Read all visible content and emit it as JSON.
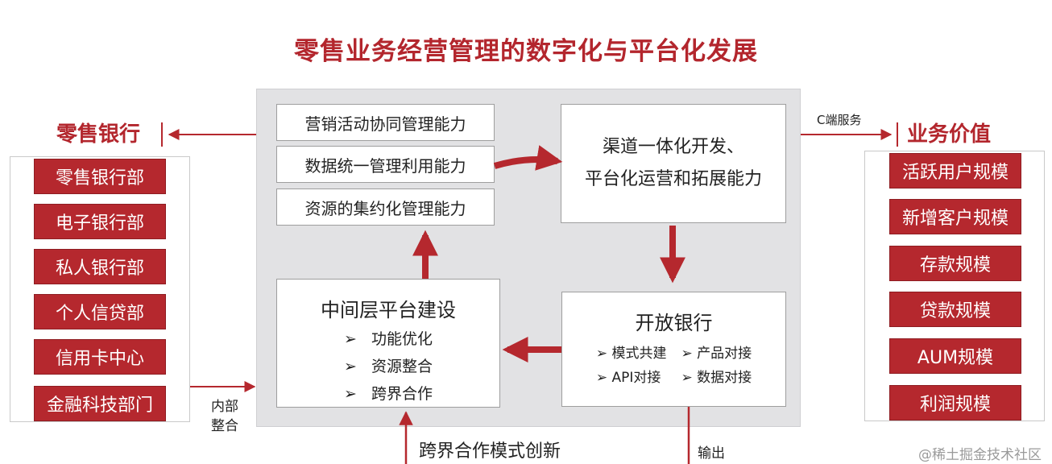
{
  "title": "零售业务经营管理的数字化与平台化发展",
  "left": {
    "header": "零售银行",
    "departments": [
      "零售银行部",
      "电子银行部",
      "私人银行部",
      "个人信贷部",
      "信用卡中心",
      "金融科技部门"
    ],
    "link_label_1": "内部",
    "link_label_2": "整合"
  },
  "center": {
    "capabilities": [
      "营销活动协同管理能力",
      "数据统一管理利用能力",
      "资源的集约化管理能力"
    ],
    "channel_line1": "渠道一体化开发、",
    "channel_line2": "平台化运营和拓展能力",
    "platform": {
      "title": "中间层平台建设",
      "items": [
        "功能优化",
        "资源整合",
        "跨界合作"
      ]
    },
    "open_bank": {
      "title": "开放银行",
      "items": [
        "模式共建",
        "产品对接",
        "API对接",
        "数据对接"
      ]
    },
    "bottom_label": "跨界合作模式创新",
    "output_label": "输出"
  },
  "right": {
    "service_label": "C端服务",
    "header": "业务价值",
    "values": [
      "活跃用户规模",
      "新增客户规模",
      "存款规模",
      "贷款规模",
      "AUM规模",
      "利润规模"
    ]
  },
  "watermark": "@稀土掘金技术社区",
  "colors": {
    "accent": "#b5282e",
    "panel": "#e2e2e4"
  }
}
